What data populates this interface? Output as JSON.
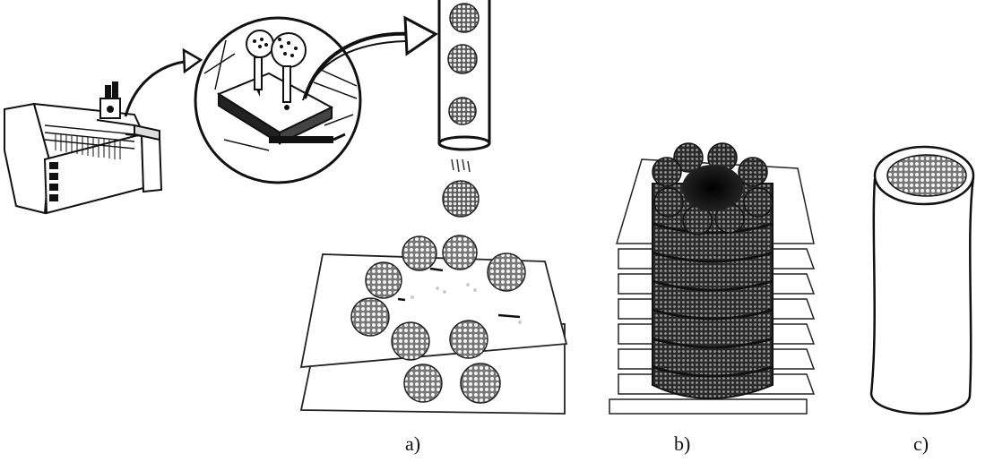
{
  "panels": {
    "a": {
      "label": "a)"
    },
    "b": {
      "label": "b)"
    },
    "c": {
      "label": "c)"
    }
  },
  "colors": {
    "ink": "#111111",
    "spheroid_fill": "#8a8a8a",
    "spheroid_dots": "#f2f2f2",
    "background": "#ffffff"
  },
  "icons": [
    "bioprinter-machine-icon",
    "nozzle-dispenser-icon",
    "spheroid-icon",
    "tube-icon",
    "curved-arrow-icon"
  ]
}
